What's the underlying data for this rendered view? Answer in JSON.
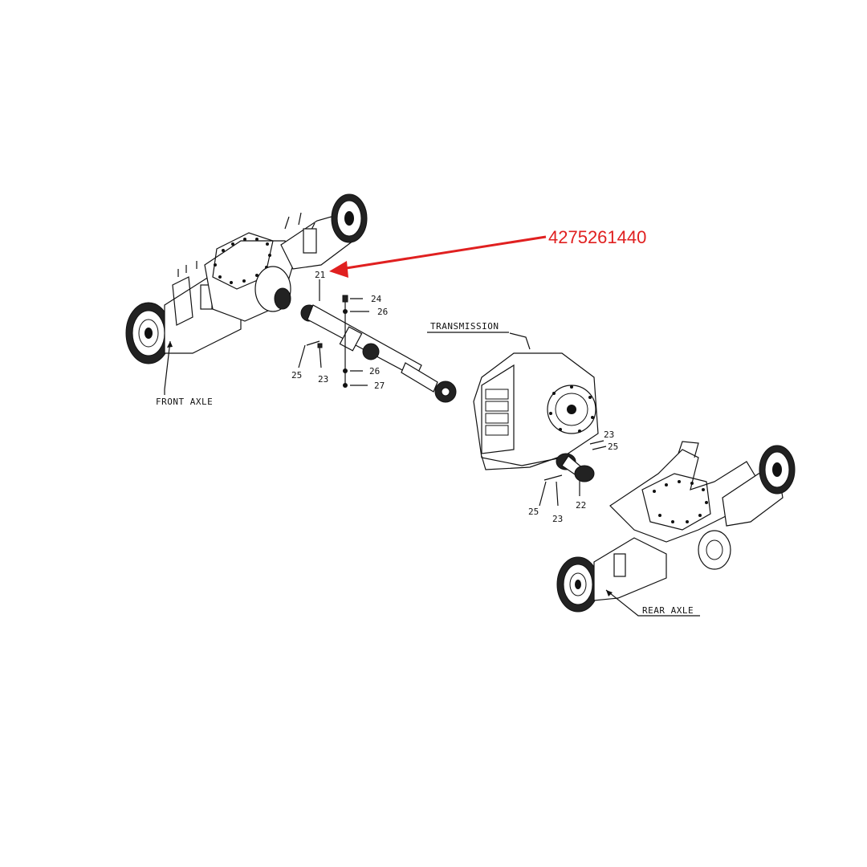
{
  "part_number": {
    "text": "4275261440",
    "color": "#e02020"
  },
  "labels": {
    "front_axle": "FRONT AXLE",
    "rear_axle": "REAR AXLE",
    "transmission": "TRANSMISSION"
  },
  "callouts": {
    "c21": "21",
    "c24": "24",
    "c26a": "26",
    "c26b": "26",
    "c27": "27",
    "c25a": "25",
    "c23a": "23",
    "c23b": "23",
    "c25b": "25",
    "c25c": "25",
    "c23c": "23",
    "c22": "22"
  }
}
